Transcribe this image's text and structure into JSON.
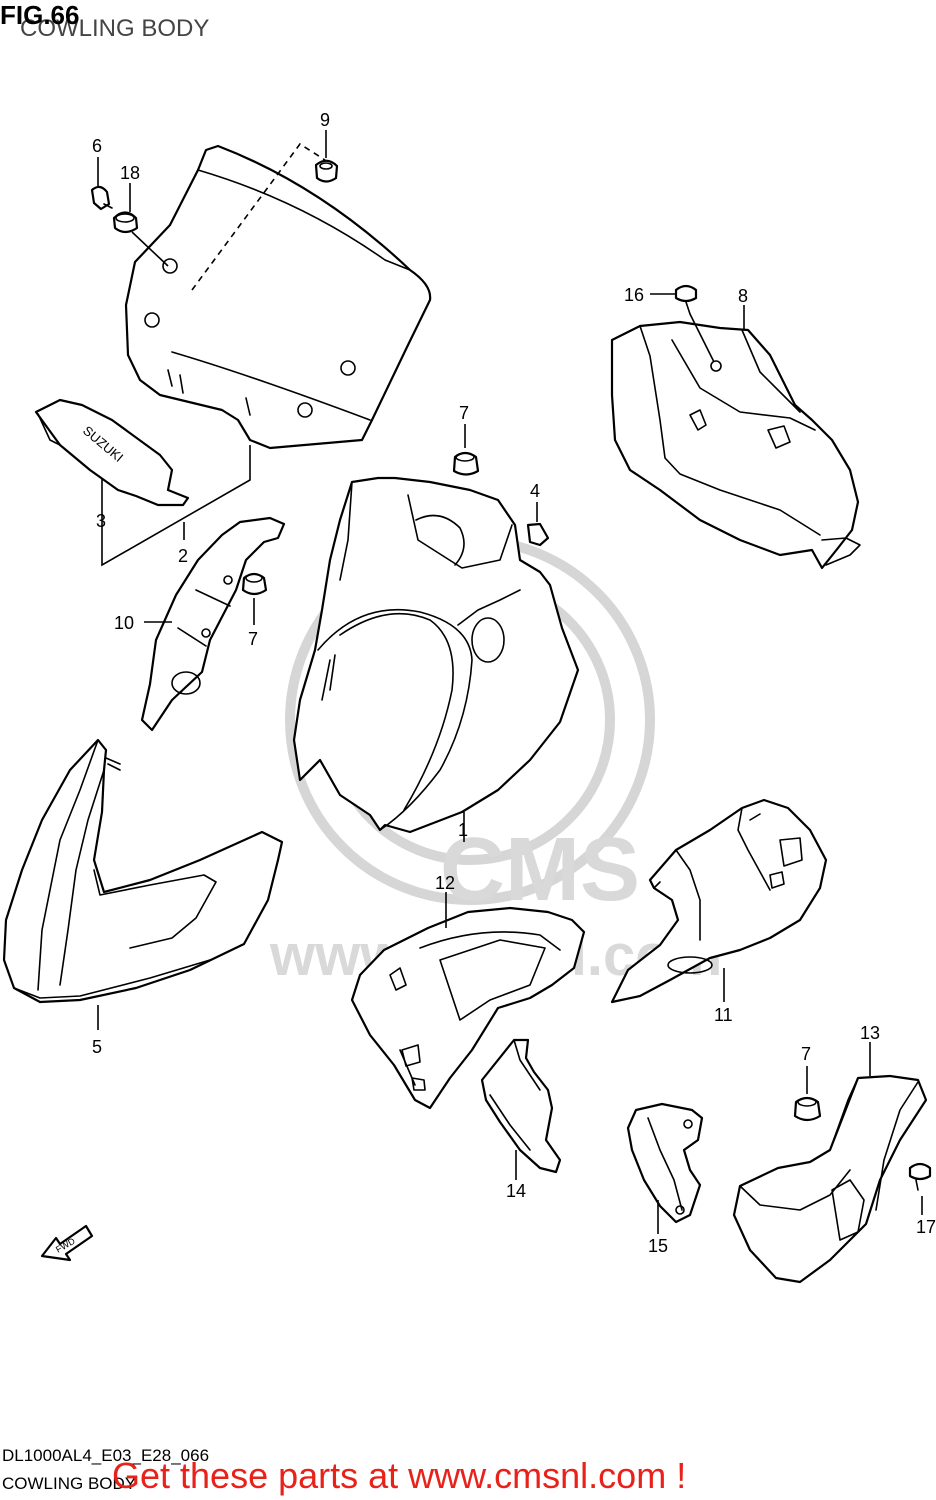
{
  "header": {
    "fig_label": "FIG.66",
    "title": "COWLING BODY"
  },
  "footer": {
    "model_code": "DL1000AL4_E03_E28_066",
    "name": "COWLING BODY",
    "promo": "Get these parts at www.cmsnl.com !"
  },
  "watermark": {
    "brand": "CMS",
    "url": "www.cmsnl.com"
  },
  "labels": {
    "windscreen_logo": "SUZUKI",
    "fwd_arrow": "FWD"
  },
  "callouts": [
    {
      "id": "p1",
      "num": "1"
    },
    {
      "id": "p2",
      "num": "2"
    },
    {
      "id": "p3",
      "num": "3"
    },
    {
      "id": "p4",
      "num": "4"
    },
    {
      "id": "p5",
      "num": "5"
    },
    {
      "id": "p6",
      "num": "6"
    },
    {
      "id": "p7a",
      "num": "7"
    },
    {
      "id": "p7b",
      "num": "7"
    },
    {
      "id": "p7c",
      "num": "7"
    },
    {
      "id": "p8",
      "num": "8"
    },
    {
      "id": "p9",
      "num": "9"
    },
    {
      "id": "p10",
      "num": "10"
    },
    {
      "id": "p11",
      "num": "11"
    },
    {
      "id": "p12",
      "num": "12"
    },
    {
      "id": "p13",
      "num": "13"
    },
    {
      "id": "p14",
      "num": "14"
    },
    {
      "id": "p15",
      "num": "15"
    },
    {
      "id": "p16",
      "num": "16"
    },
    {
      "id": "p17",
      "num": "17"
    },
    {
      "id": "p18",
      "num": "18"
    }
  ],
  "colors": {
    "promo": "#e8221a",
    "watermark": "#d6d6d6",
    "line": "#000000"
  }
}
